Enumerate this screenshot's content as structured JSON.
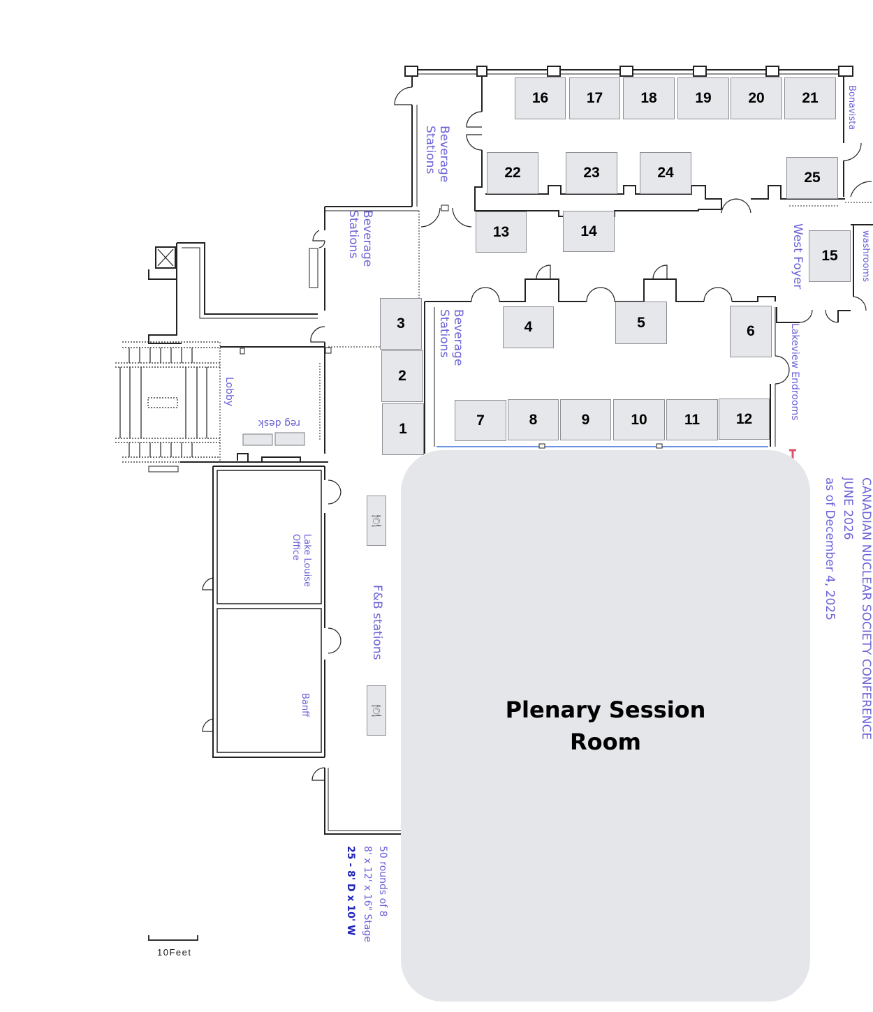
{
  "title": {
    "line1": "CANADIAN NUCLEAR SOCIETY CONFERENCE",
    "line2": "JUNE 2026",
    "line3": "as of December 4, 2025"
  },
  "plenary": {
    "title": "Plenary Session Room"
  },
  "notes": {
    "rounds": "50 rounds of 8",
    "stage": "8' x 12' x 16\" Stage",
    "booths": "25 - 8' D x 10' W"
  },
  "scale": {
    "label": "10Feet"
  },
  "rooms": {
    "beverage_stations_top": "Beverage Stations",
    "beverage_stations_mid": "Beverage Stations",
    "beverage_stations_inner": "Beverage Stations",
    "bonavista": "Bonavista",
    "west_foyer": "West Foyer",
    "washrooms": "washrooms",
    "lakeview_endrooms": "Lakeview Endrooms",
    "lobby": "Lobby",
    "reg_desk": "reg desk",
    "lake_louise_office": "Lake Louise Office",
    "banff": "Banff",
    "fb_stations": "F&B stations"
  },
  "booths": [
    {
      "id": "1"
    },
    {
      "id": "2"
    },
    {
      "id": "3"
    },
    {
      "id": "4"
    },
    {
      "id": "5"
    },
    {
      "id": "6"
    },
    {
      "id": "7"
    },
    {
      "id": "8"
    },
    {
      "id": "9"
    },
    {
      "id": "10"
    },
    {
      "id": "11"
    },
    {
      "id": "12"
    },
    {
      "id": "13"
    },
    {
      "id": "14"
    },
    {
      "id": "15"
    },
    {
      "id": "16"
    },
    {
      "id": "17"
    },
    {
      "id": "18"
    },
    {
      "id": "19"
    },
    {
      "id": "20"
    },
    {
      "id": "21"
    },
    {
      "id": "22"
    },
    {
      "id": "23"
    },
    {
      "id": "24"
    },
    {
      "id": "25"
    }
  ],
  "icons": {
    "fb_station": "dining-plate-icon",
    "elevator": "elevator-icon"
  },
  "colors": {
    "label": "#6b62d6",
    "booth_fill": "#e6e7ea",
    "plenary_fill": "#e5e6ea",
    "wall": "#222222"
  }
}
